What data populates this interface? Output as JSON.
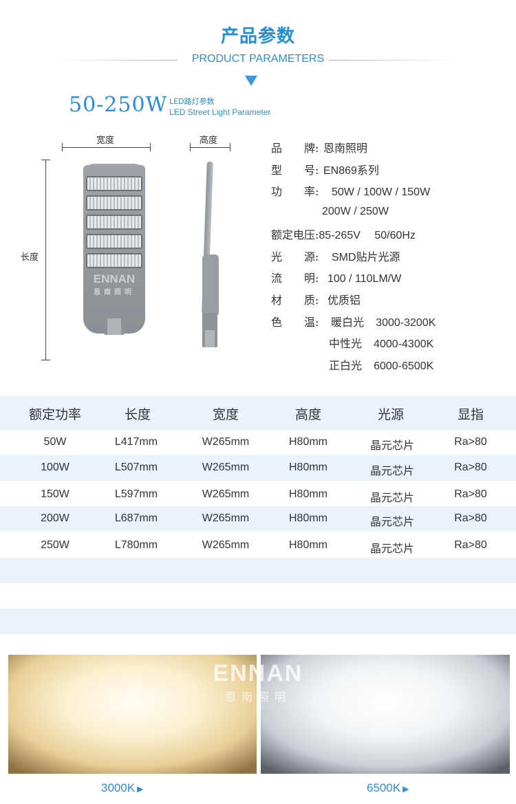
{
  "header": {
    "title_cn": "产品参数",
    "title_en": "PRODUCT PARAMETERS"
  },
  "product": {
    "wattage": "50-250W",
    "subtitle_cn": "LED路灯参数",
    "subtitle_en": "LED Street Light Parameter"
  },
  "dimensions": {
    "width_label": "宽度",
    "height_label": "高度",
    "length_label": "长度",
    "lamp_brand": "ENNAN",
    "lamp_brand_cn": "恩南照明"
  },
  "specs": {
    "brand_key": "品　　牌:",
    "brand_val": "恩南照明",
    "model_key": "型　　号:",
    "model_val": "EN869系列",
    "power_key": "功　　率:",
    "power_val1": "50W / 100W / 150W",
    "power_val2": "200W / 250W",
    "voltage_key": "额定电压:",
    "voltage_val": "85-265V　 50/60Hz",
    "source_key": "光　　源:",
    "source_val": "SMD贴片光源",
    "flux_key": "流　　明:",
    "flux_val": "100 / 110LM/W",
    "material_key": "材　　质:",
    "material_val": "优质铝",
    "cct_key": "色　　温:",
    "cct": [
      {
        "name": "暖白光",
        "range": "3000-3200K"
      },
      {
        "name": "中性光",
        "range": "4000-4300K"
      },
      {
        "name": "正白光",
        "range": "6000-6500K"
      }
    ]
  },
  "table": {
    "headers": [
      "额定功率",
      "长度",
      "宽度",
      "高度",
      "光源",
      "显指"
    ],
    "rows": [
      [
        "50W",
        "L417mm",
        "W265mm",
        "H80mm",
        "晶元芯片",
        "Ra>80"
      ],
      [
        "100W",
        "L507mm",
        "W265mm",
        "H80mm",
        "晶元芯片",
        "Ra>80"
      ],
      [
        "150W",
        "L597mm",
        "W265mm",
        "H80mm",
        "晶元芯片",
        "Ra>80"
      ],
      [
        "200W",
        "L687mm",
        "W265mm",
        "H80mm",
        "晶元芯片",
        "Ra>80"
      ],
      [
        "250W",
        "L780mm",
        "W265mm",
        "H80mm",
        "晶元芯片",
        "Ra>80"
      ]
    ]
  },
  "photos": {
    "watermark": "ENNAN",
    "watermark_cn": "恩南照明",
    "warm_caption": "3000K",
    "cool_caption": "6500K",
    "arrow": "▶"
  },
  "colors": {
    "accent": "#2a8fd8",
    "band": "#eaf2fa"
  }
}
